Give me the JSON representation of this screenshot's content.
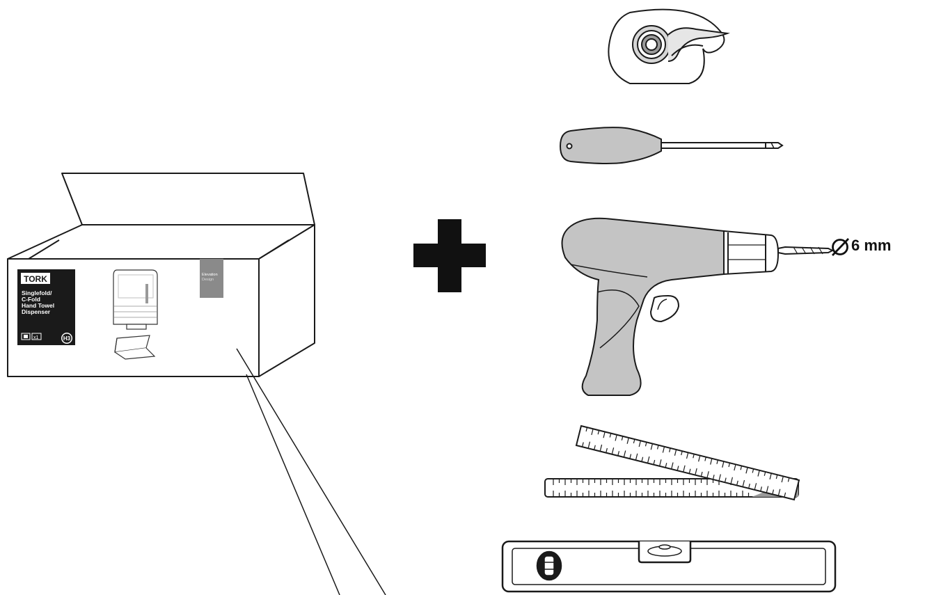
{
  "box": {
    "brand": "TORK",
    "product_lines": [
      "Singlefold/",
      "C-Fold",
      "Hand Towel",
      "Dispenser"
    ],
    "badge": "H3",
    "quantity": "x1",
    "design_lines": [
      "Elevation",
      "Design"
    ]
  },
  "drill": {
    "bit_diameter_label": "6 mm"
  },
  "tools": [
    "tape-dispenser",
    "screwdriver",
    "drill",
    "folding-ruler",
    "spirit-level"
  ],
  "colors": {
    "tool_fill": "#c4c4c4",
    "outline": "#1a1a1a",
    "plus": "#111111"
  }
}
